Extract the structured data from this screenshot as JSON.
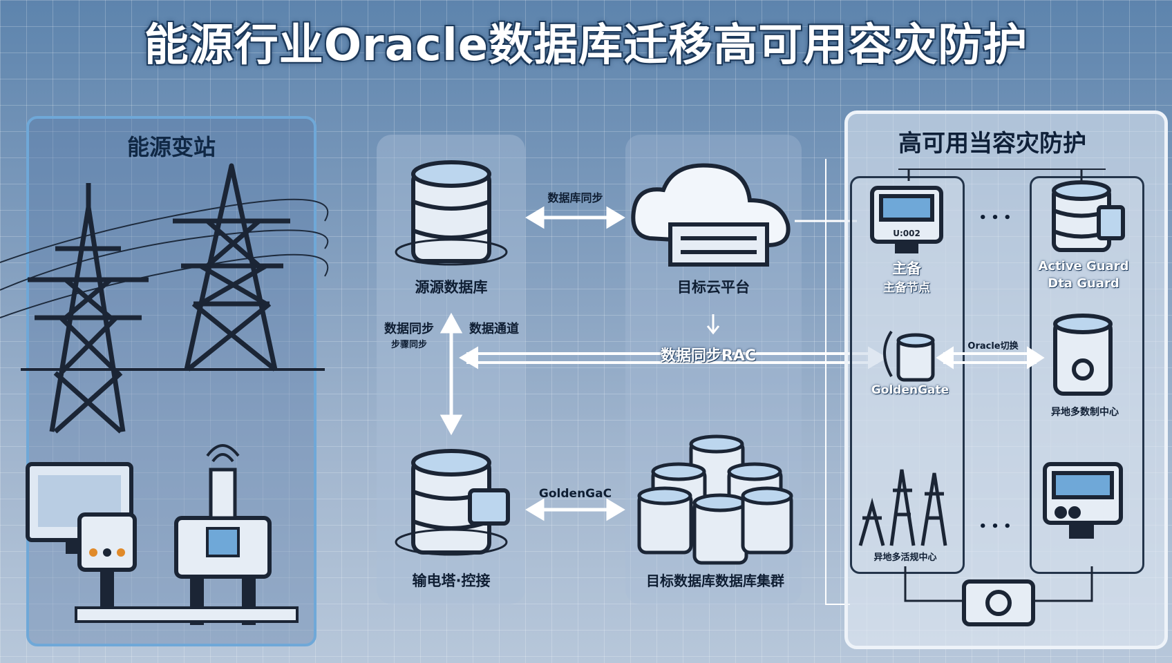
{
  "title": "能源行业Oracle数据库迁移高可用容灾防护",
  "left_panel": {
    "title": "能源变站"
  },
  "middle": {
    "source_db": "源源数据库",
    "cloud": "目标云平台",
    "arrow_top": "数据库同步",
    "sync_left": "数据同步",
    "sync_left_sub": "步骤同步",
    "sync_channel": "数据通道",
    "sync_rac": "数据同步RAC",
    "tower_db": "输电塔·控接",
    "goldengate_arrow": "GoldenGaC",
    "cluster": "目标数据库数据库集群"
  },
  "right_panel": {
    "title": "高可用当容灾防护",
    "monitor_screen": "U:002",
    "primary": "主备",
    "primary_sub": "主备节点",
    "active_guard": "Active Guard",
    "data_guard": "Dta Guard",
    "goldengate": "GoldenGate",
    "oracle_switch": "Oracle切换",
    "remote_center": "异地多数制中心",
    "remote_active": "异地多活规中心",
    "ellipsis": "• • •"
  },
  "colors": {
    "accent": "#6fa8d8",
    "dark": "#1c2838",
    "light": "#eef3f9"
  }
}
